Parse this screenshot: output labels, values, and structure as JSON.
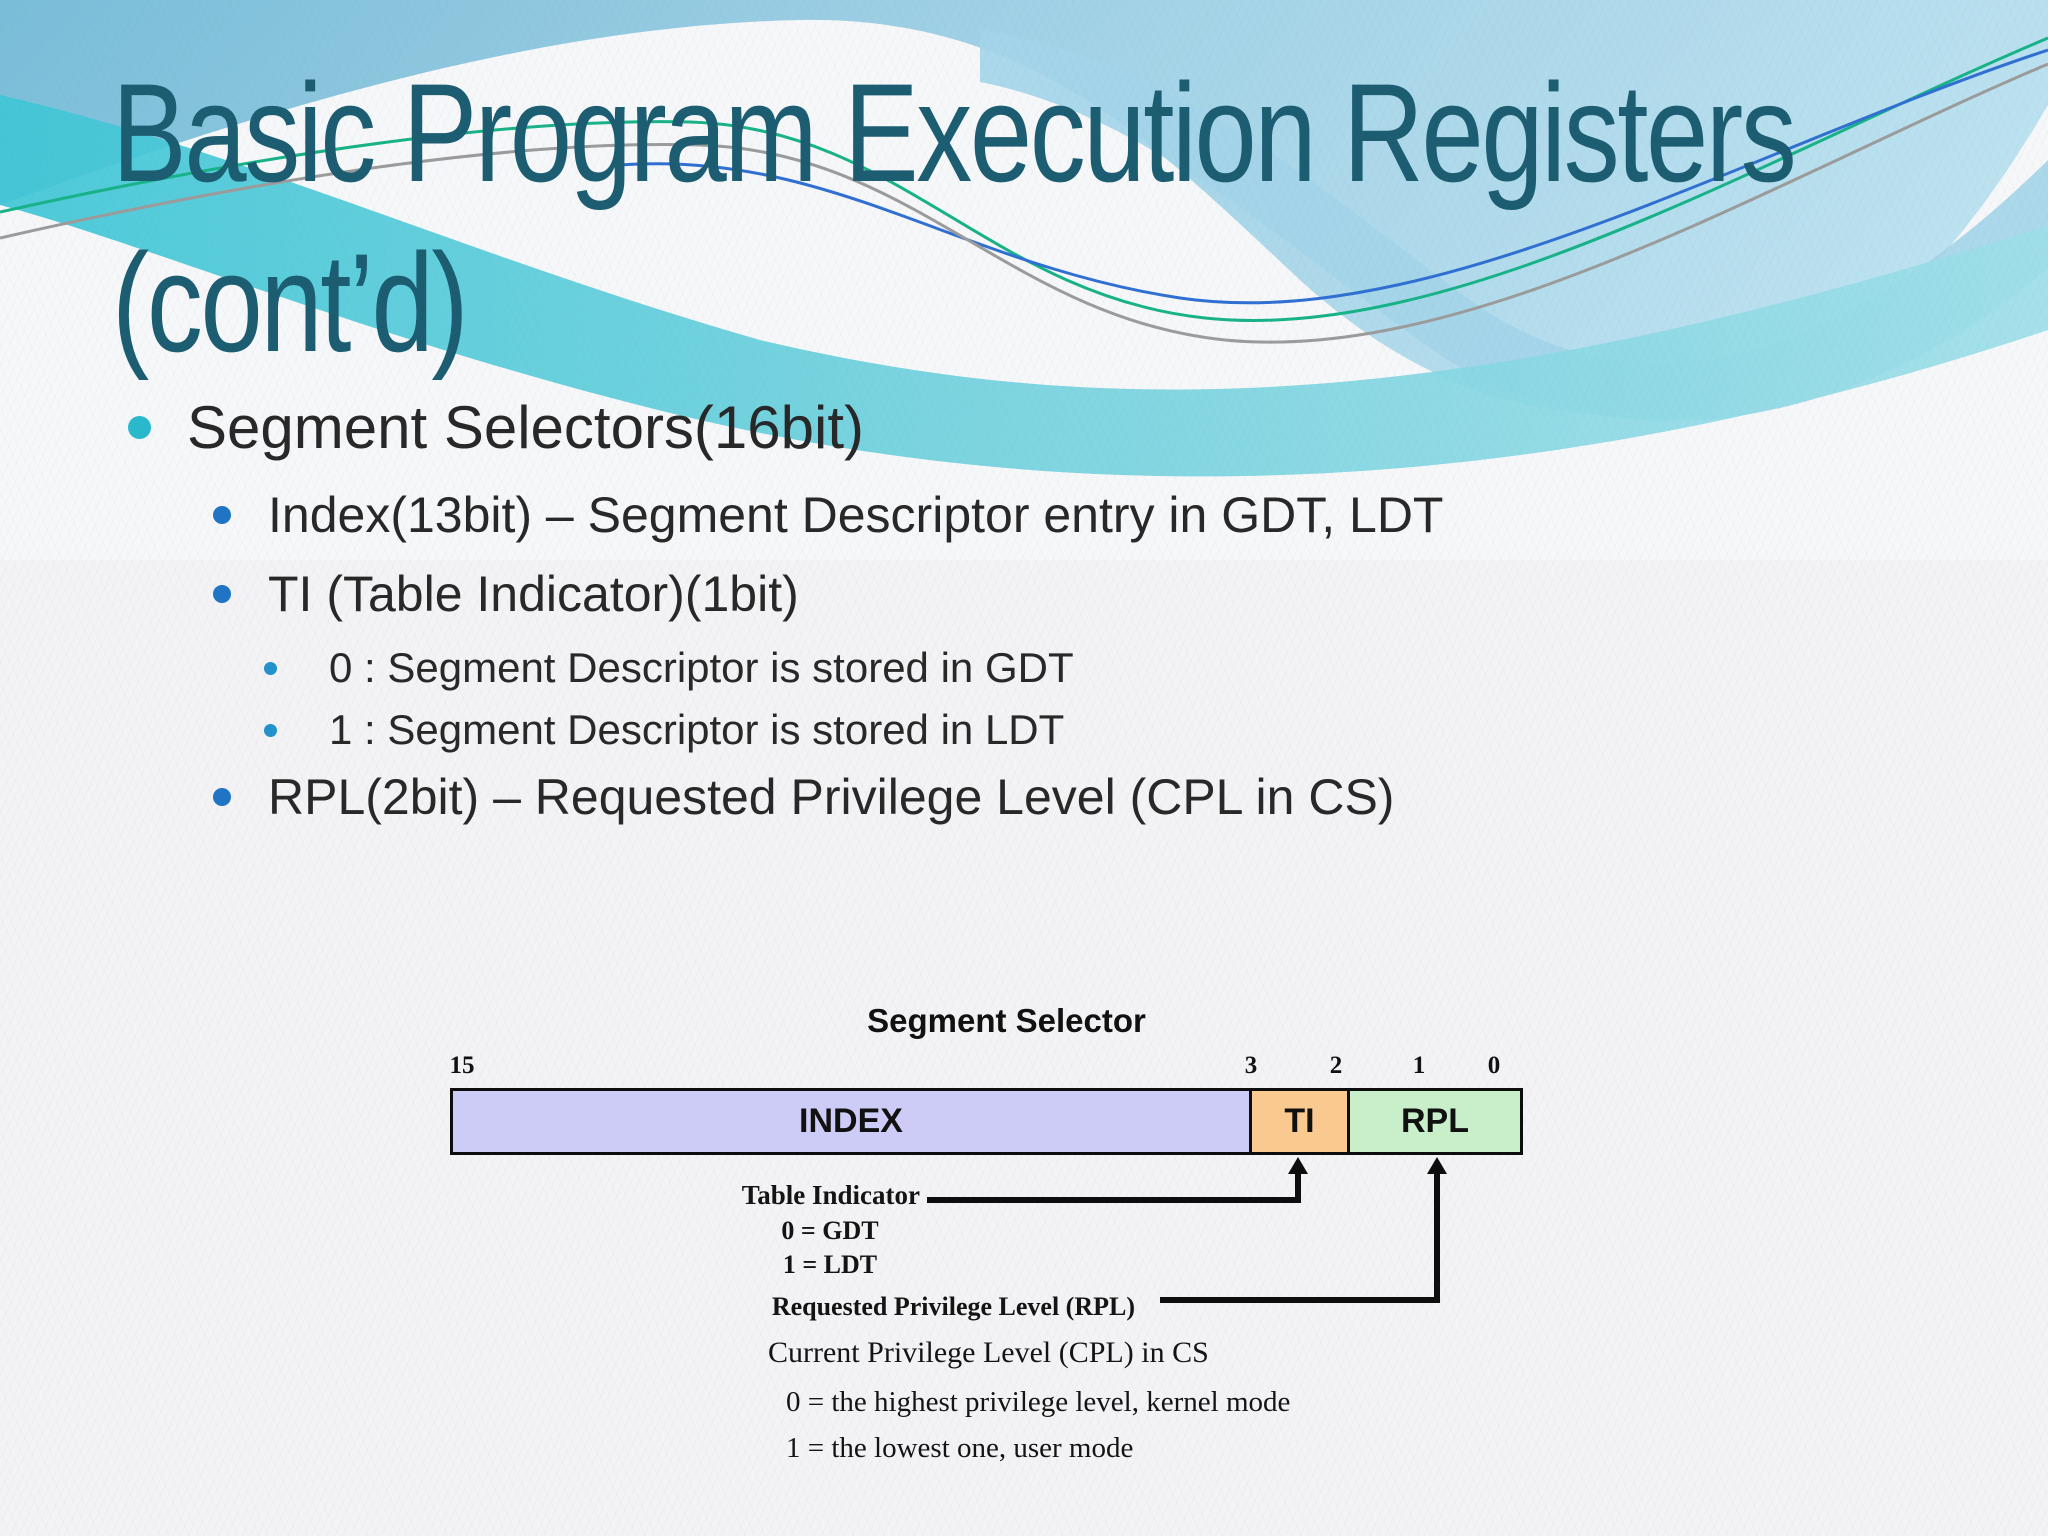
{
  "slide_title": {
    "line1": "Basic Program Execution Registers",
    "line2": "(cont’d)"
  },
  "bullets": {
    "items": [
      {
        "level": 1,
        "text": "Segment Selectors(16bit)"
      },
      {
        "level": 2,
        "text": "Index(13bit) – Segment Descriptor entry in GDT, LDT"
      },
      {
        "level": 2,
        "text": "TI (Table Indicator)(1bit)"
      },
      {
        "level": 3,
        "text": "0 : Segment Descriptor is stored in GDT"
      },
      {
        "level": 3,
        "text": "1 : Segment Descriptor is stored in LDT"
      },
      {
        "level": 2,
        "text": "RPL(2bit) – Requested Privilege Level (CPL in CS)"
      }
    ]
  },
  "diagram": {
    "title": "Segment Selector",
    "bit_labels": [
      "15",
      "3",
      "2",
      "1",
      "0"
    ],
    "fields": [
      {
        "name": "INDEX",
        "color": "#cdccf6"
      },
      {
        "name": "TI",
        "color": "#fac98f"
      },
      {
        "name": "RPL",
        "color": "#c9efca"
      }
    ],
    "table_indicator": {
      "title": "Table Indicator",
      "lines": [
        "0 = GDT",
        "1 = LDT"
      ]
    },
    "rpl": {
      "title": "Requested Privilege Level (RPL)",
      "lines": [
        "Current Privilege Level (CPL) in CS",
        "0 = the highest privilege level, kernel mode",
        "1 = the lowest one, user mode"
      ]
    }
  },
  "colors": {
    "title_text": "#1c5d72",
    "body_text": "#282828",
    "bullet_level1": "#29b8cc",
    "bullet_level2": "#1f74c4",
    "bullet_level3": "#2391cc",
    "index_fill": "#cdccf6",
    "ti_fill": "#fac98f",
    "rpl_fill": "#c9efca",
    "diagram_lines": "#0d0d0d",
    "wave_sky": "#9fd0e5",
    "wave_teal": "#45c2d3",
    "accent_line_green": "#17b287",
    "accent_line_blue": "#2f6fd2",
    "accent_line_gray": "#9b9b9b"
  }
}
